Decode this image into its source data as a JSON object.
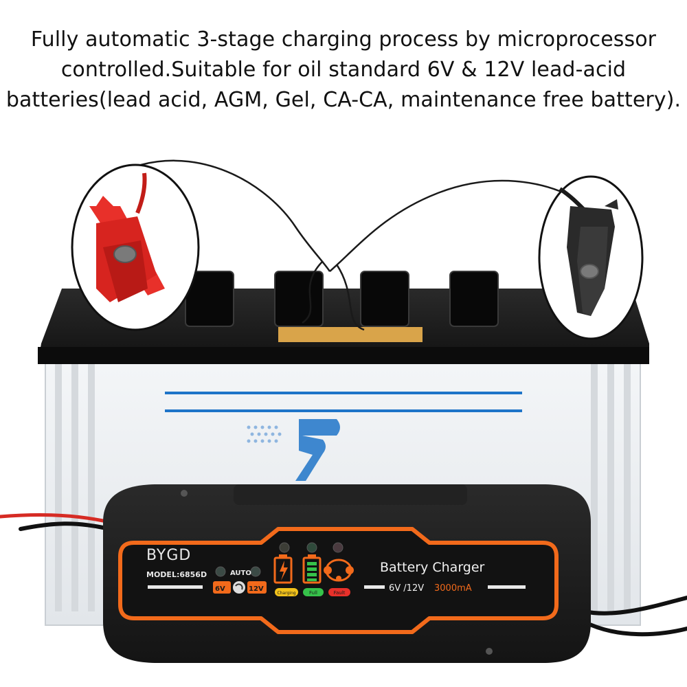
{
  "headline": {
    "line1": "Fully automatic 3-stage charging process by microprocessor",
    "line2": "controlled.Suitable for oil standard 6V & 12V lead-acid",
    "line3": "batteries(lead acid, AGM, Gel, CA-CA, maintenance free battery)."
  },
  "charger": {
    "brand": "BYGD",
    "model": "MODEL:6856D",
    "mode_label": "AUTO",
    "btn_6v": "6V",
    "btn_12v": "12V",
    "status_charging": "Charging",
    "status_full": "Full",
    "status_fault": "Fault",
    "product_name": "Battery Charger",
    "spec_voltage": "6V /12V",
    "spec_current": "3000mA"
  },
  "icons": {
    "positive_clamp": "red-alligator-clamp-icon",
    "negative_clamp": "black-alligator-clamp-icon",
    "battery": "car-battery-icon",
    "charger": "battery-charger-icon"
  },
  "colors": {
    "accent": "#f26a1b",
    "charger_body": "#1c1c1c",
    "clamp_red": "#e8302a",
    "clamp_black": "#2a2a2a",
    "battery_stripe": "#1e74c8"
  }
}
